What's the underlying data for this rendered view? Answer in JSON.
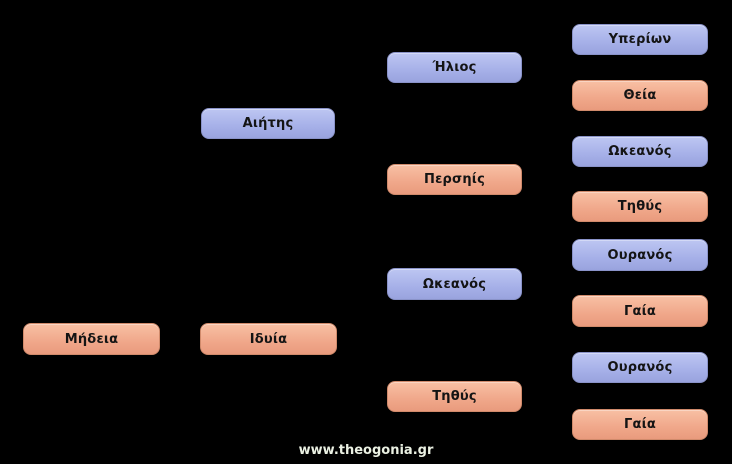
{
  "watermark": {
    "text": "www.theogonia.gr"
  },
  "palette": {
    "background": "#000000",
    "male_fill_top": "#bdc6f2",
    "male_fill": "#a6b0e8",
    "male_fill_bottom": "#99a3de",
    "male_border": "#8a93c9",
    "female_fill_top": "#f8c0a4",
    "female_fill": "#f0a78a",
    "female_fill_bottom": "#e99b7d",
    "female_border": "#d08a6b",
    "label_color": "#141414",
    "watermark_color": "#ebf1e3"
  },
  "nodes": {
    "medeia": {
      "label": "Μήδεια",
      "gender": "female"
    },
    "aietes": {
      "label": "Αιήτης",
      "gender": "male"
    },
    "idyia": {
      "label": "Ιδυία",
      "gender": "female"
    },
    "helios": {
      "label": "Ήλιος",
      "gender": "male"
    },
    "perseis": {
      "label": "Περσηίς",
      "gender": "female"
    },
    "okeanos_mid": {
      "label": "Ωκεανός",
      "gender": "male"
    },
    "tethys_mid": {
      "label": "Τηθύς",
      "gender": "female"
    },
    "hyperion": {
      "label": "Υπερίων",
      "gender": "male"
    },
    "theia": {
      "label": "Θεία",
      "gender": "female"
    },
    "okeanos_right": {
      "label": "Ωκεανός",
      "gender": "male"
    },
    "tethys_right": {
      "label": "Τηθύς",
      "gender": "female"
    },
    "ouranos_a": {
      "label": "Ουρανός",
      "gender": "male"
    },
    "gaia_a": {
      "label": "Γαία",
      "gender": "female"
    },
    "ouranos_b": {
      "label": "Ουρανός",
      "gender": "male"
    },
    "gaia_b": {
      "label": "Γαία",
      "gender": "female"
    }
  }
}
